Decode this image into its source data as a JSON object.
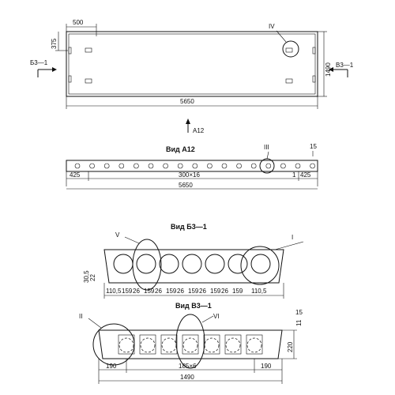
{
  "plan": {
    "dim_width": "5650",
    "dim_height": "1490",
    "dim_500": "500",
    "dim_375": "375",
    "mark_iv": "IV",
    "cut_b3_left": "Б3—1",
    "cut_v3_right": "В3—1"
  },
  "view_a12": {
    "arrow_label": "А12",
    "title": "Вид А12",
    "dim_15": "15",
    "mark_iii": "III",
    "dim_425_left": "425",
    "dim_mid": "300×16",
    "dim_1": "1",
    "dim_425_right": "425",
    "dim_total": "5650"
  },
  "view_b3": {
    "title": "Вид Б3—1",
    "mark_v": "V",
    "mark_i": "I",
    "side_dim": "30,5",
    "side_dim_b": "22",
    "dims": [
      "110,5",
      "159",
      "26",
      "159",
      "26",
      "159",
      "26",
      "159",
      "26",
      "159",
      "26",
      "159",
      "110,5"
    ]
  },
  "view_v3": {
    "title": "Вид В3—1",
    "mark_ii": "II",
    "mark_vi": "VI",
    "dim_15": "15",
    "dim_11": "11",
    "dim_220": "220",
    "dim_190_left": "190",
    "dim_mid": "185×6",
    "dim_190_right": "190",
    "dim_total": "1490"
  }
}
